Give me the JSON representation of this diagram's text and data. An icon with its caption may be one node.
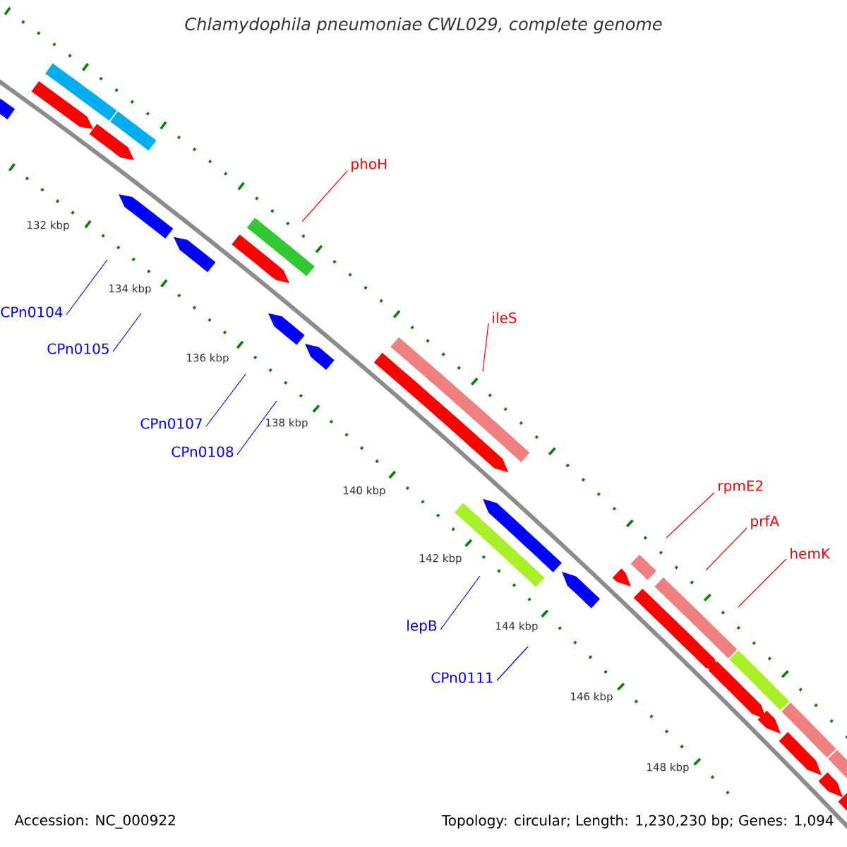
{
  "diagram": {
    "title": "Chlamydophila pneumoniae CWL029, complete genome",
    "nodes": [
      {
        "text": [
          "phoH"
        ]
      },
      {
        "text": [
          "ileS"
        ]
      },
      {
        "text": [
          "rpmE2"
        ]
      },
      {
        "text": [
          "prfA"
        ]
      },
      {
        "text": [
          "hemK"
        ]
      },
      {
        "text": [
          "CPn0104"
        ]
      },
      {
        "text": [
          "CPn0105"
        ]
      },
      {
        "text": [
          "CPn0107"
        ]
      },
      {
        "text": [
          "CPn0108"
        ]
      },
      {
        "text": [
          "lepB"
        ]
      },
      {
        "text": [
          "CPn0111"
        ]
      }
    ],
    "edges": [
      {
        "from": 0,
        "to": null,
        "arrow": "none",
        "color": "#ff0000"
      },
      {
        "from": 1,
        "to": null,
        "arrow": "none",
        "color": "#ff0000"
      },
      {
        "from": 2,
        "to": null,
        "arrow": "none",
        "color": "#ff0000"
      },
      {
        "from": 3,
        "to": null,
        "arrow": "none",
        "color": "#ff0000"
      },
      {
        "from": 4,
        "to": null,
        "arrow": "none",
        "color": "#ff0000"
      },
      {
        "from": 5,
        "to": null,
        "arrow": "none",
        "color": "#0000ff"
      },
      {
        "from": 6,
        "to": null,
        "arrow": "none",
        "color": "#0000ff"
      },
      {
        "from": 7,
        "to": null,
        "arrow": "none",
        "color": "#0000ff"
      },
      {
        "from": 8,
        "to": null,
        "arrow": "none",
        "color": "#0000ff"
      },
      {
        "from": 9,
        "to": null,
        "arrow": "none",
        "color": "#0000ff"
      },
      {
        "from": 10,
        "to": null,
        "arrow": "none",
        "color": "#0000ff"
      }
    ],
    "labels": [
      "132 kbp",
      "134 kbp",
      "136 kbp",
      "138 kbp",
      "140 kbp",
      "142 kbp",
      "144 kbp",
      "146 kbp",
      "148 kbp",
      "Accession: NC_000922",
      "Topology: circular; Length: 1,230,230 bp; Genes: 1,094"
    ]
  }
}
